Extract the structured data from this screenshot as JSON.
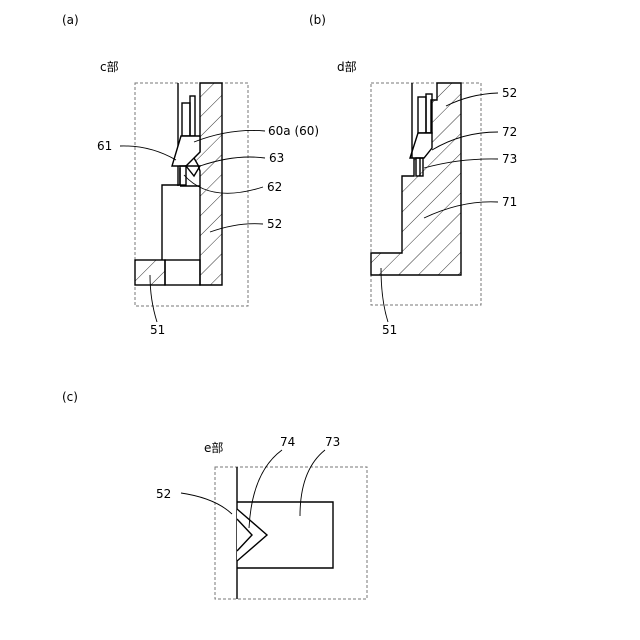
{
  "panels": {
    "a": {
      "tag": "(a)",
      "detail": "c部",
      "labels": {
        "l61": "61",
        "l60a": "60a (60)",
        "l63": "63",
        "l62": "62",
        "l52": "52",
        "l51": "51"
      }
    },
    "b": {
      "tag": "(b)",
      "detail": "d部",
      "labels": {
        "l52": "52",
        "l72": "72",
        "l73": "73",
        "l71": "71",
        "l51": "51"
      }
    },
    "c": {
      "tag": "(c)",
      "detail": "e部",
      "labels": {
        "l74": "74",
        "l73": "73",
        "l52": "52"
      }
    }
  }
}
